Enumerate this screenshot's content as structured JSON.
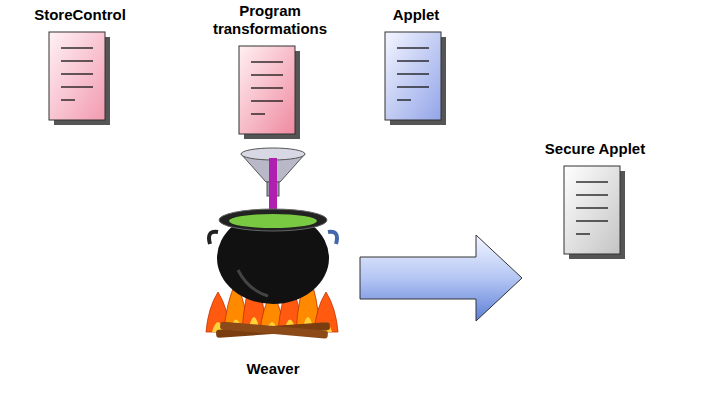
{
  "diagram": {
    "nodes": [
      {
        "text": [
          "StoreControl"
        ]
      },
      {
        "text": [
          "Program transformations"
        ]
      },
      {
        "text": [
          "Applet"
        ]
      },
      {
        "text": [
          "Weaver"
        ]
      },
      {
        "text": [
          "Secure Applet"
        ]
      }
    ],
    "edges": [
      {
        "from": 3,
        "to": 4,
        "arrow": "to"
      }
    ]
  }
}
